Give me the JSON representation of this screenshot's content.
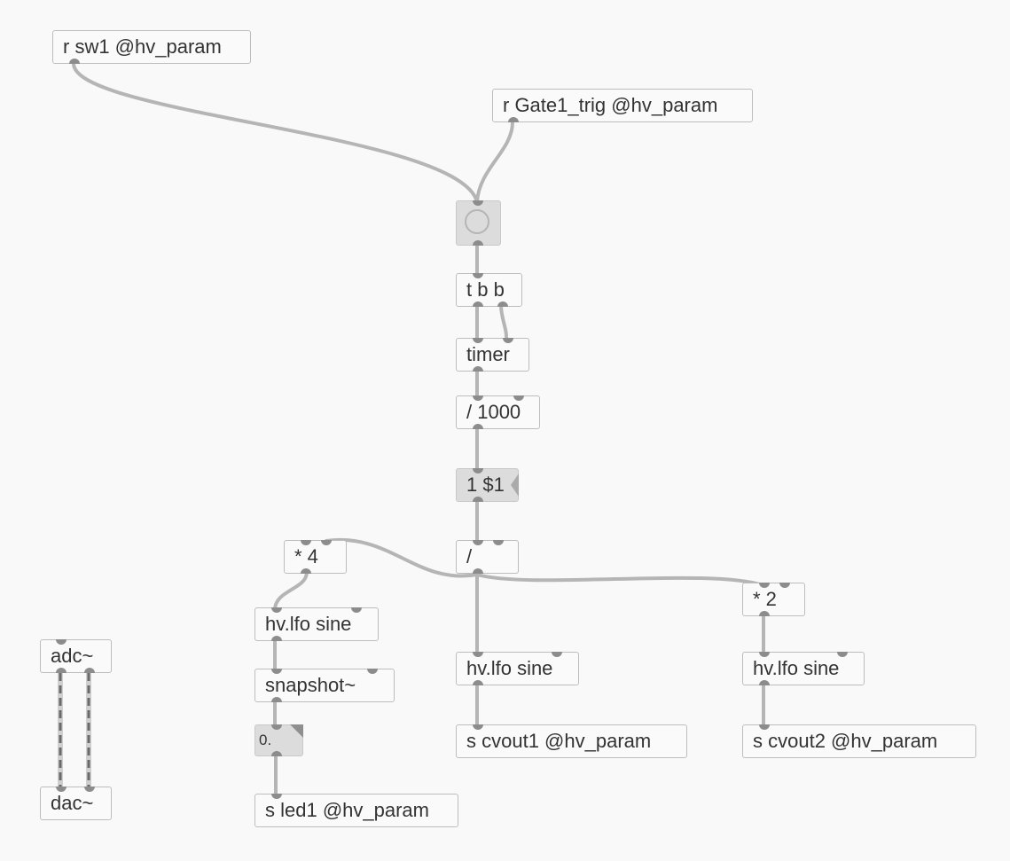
{
  "objects": {
    "r_sw1": {
      "label": "r sw1 @hv_param"
    },
    "r_gate": {
      "label": "r Gate1_trig @hv_param"
    },
    "tbb": {
      "label": "t b b"
    },
    "timer": {
      "label": "timer"
    },
    "div1000": {
      "label": "/ 1000"
    },
    "msg": {
      "label": "1 $1"
    },
    "div": {
      "label": "/"
    },
    "mul4": {
      "label": "* 4"
    },
    "mul2": {
      "label": "* 2"
    },
    "lfo1": {
      "label": "hv.lfo sine"
    },
    "lfo2": {
      "label": "hv.lfo sine"
    },
    "lfo3": {
      "label": "hv.lfo sine"
    },
    "snapshot": {
      "label": "snapshot~"
    },
    "num": {
      "label": "0."
    },
    "sled": {
      "label": "s led1 @hv_param"
    },
    "scv1": {
      "label": "s cvout1 @hv_param"
    },
    "scv2": {
      "label": "s cvout2 @hv_param"
    },
    "adc": {
      "label": "adc~"
    },
    "dac": {
      "label": "dac~"
    }
  }
}
